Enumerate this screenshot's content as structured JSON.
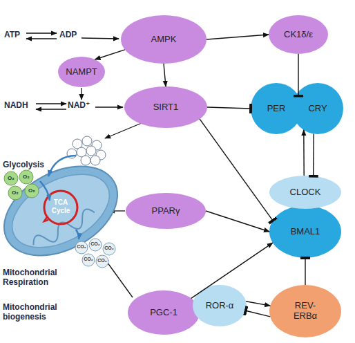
{
  "diagram": {
    "nodes": [
      {
        "text": [
          "AMPK"
        ]
      },
      {
        "text": [
          "CK1δ/ε"
        ]
      },
      {
        "text": [
          "NAMPT"
        ]
      },
      {
        "text": [
          "SIRT1"
        ]
      },
      {
        "text": [
          "PER"
        ]
      },
      {
        "text": [
          "CRY"
        ]
      },
      {
        "text": [
          "PPARγ"
        ]
      },
      {
        "text": [
          "CLOCK"
        ]
      },
      {
        "text": [
          "BMAL1"
        ]
      },
      {
        "text": [
          "PGC-1"
        ]
      },
      {
        "text": [
          "ROR-α"
        ]
      },
      {
        "text": [
          "REV-ERBα"
        ]
      }
    ],
    "edges": [
      {
        "from": 0,
        "to": 1,
        "arrow": "to"
      },
      {
        "from": 0,
        "to": 2,
        "arrow": "to"
      },
      {
        "from": 0,
        "to": 3,
        "arrow": "to"
      },
      {
        "from": 1,
        "to": 4,
        "arrow": "to"
      },
      {
        "from": 3,
        "to": 4,
        "arrow": "to"
      },
      {
        "from": 3,
        "to": 8,
        "arrow": "to"
      },
      {
        "from": 7,
        "to": 5,
        "arrow": "to"
      },
      {
        "from": 5,
        "to": 7,
        "arrow": "to"
      },
      {
        "from": 6,
        "to": 8,
        "arrow": "to"
      },
      {
        "from": 9,
        "to": 8,
        "arrow": "to"
      },
      {
        "from": 10,
        "to": 11,
        "arrow": "to"
      },
      {
        "from": 11,
        "to": 10,
        "arrow": "to"
      },
      {
        "from": 11,
        "to": 8,
        "arrow": "to"
      }
    ],
    "labels": [
      "ATP",
      "ADP",
      "NADH",
      "NAD⁺",
      "Glycolysis",
      "TCA Cycle",
      "Mitochondrial Respiration",
      "Mitochondrial biogenesis",
      "O₂",
      "O₂",
      "O₂",
      "O₂",
      "CO₂",
      "CO₂",
      "CO₂",
      "CO₂",
      "CO₂"
    ]
  }
}
